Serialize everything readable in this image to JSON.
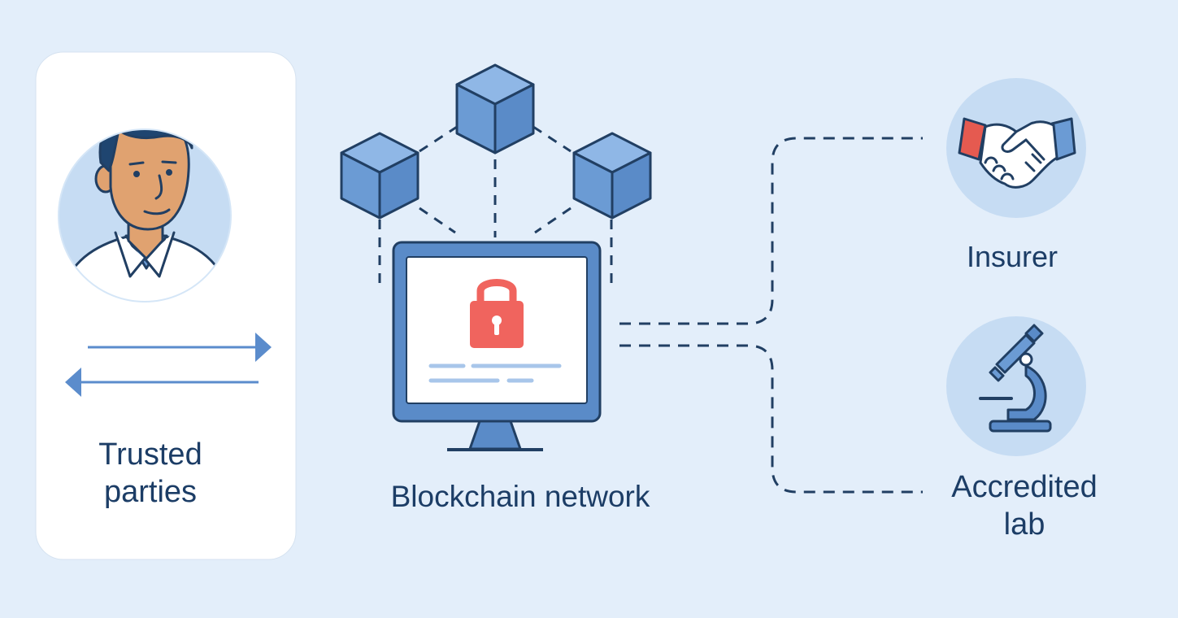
{
  "trusted_parties": {
    "label": "Trusted\nparties"
  },
  "blockchain": {
    "label": "Blockchain network"
  },
  "insurer": {
    "label": "Insurer"
  },
  "lab": {
    "label": "Accredited\nlab"
  },
  "colors": {
    "background": "#e3eefa",
    "card": "#ffffff",
    "outline": "#213f63",
    "cube": "#6b9bd4",
    "arrow": "#5b8ccc",
    "lock": "#f0645e",
    "glove_red": "#e55a50",
    "circle": "#c6dcf3"
  }
}
